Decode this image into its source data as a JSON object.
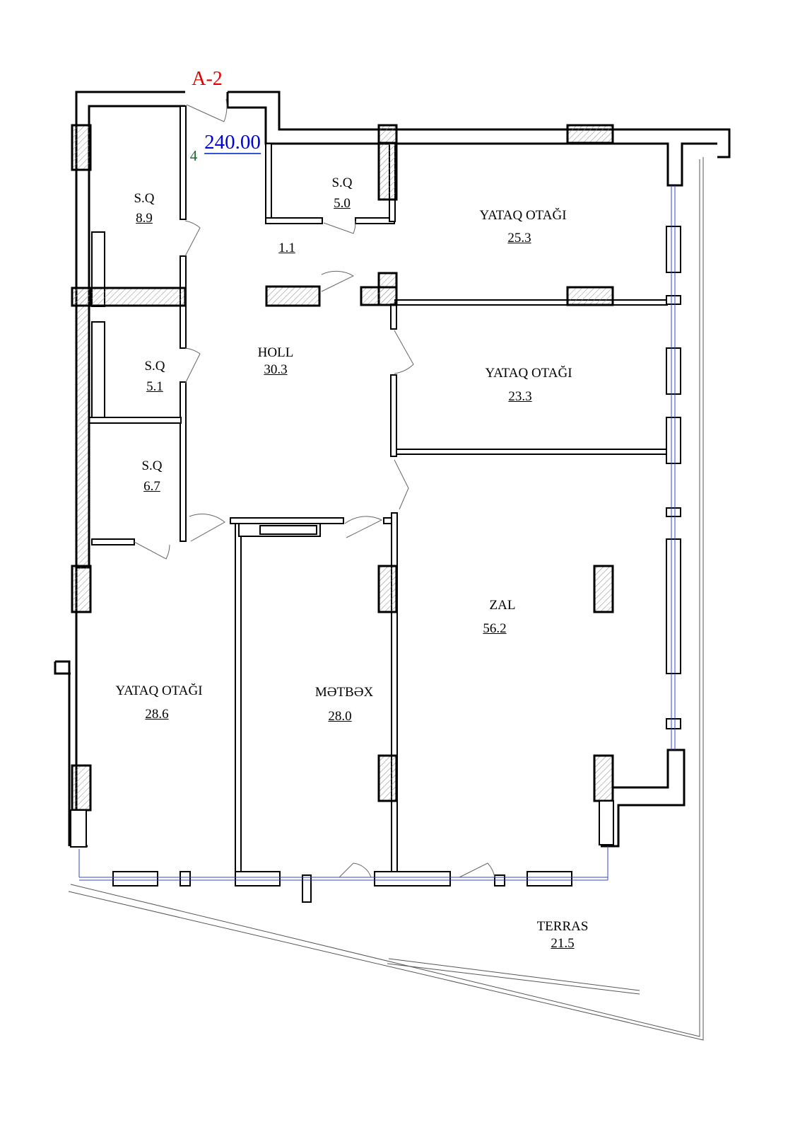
{
  "plan": {
    "apartment_code": "A-2",
    "total_area": "240.00",
    "floor_number": "4",
    "colors": {
      "apartment_code": "#e00000",
      "total_area": "#0000e0",
      "floor_number": "#1a6a2a",
      "window": "#3344cc"
    }
  },
  "rooms": [
    {
      "name": "S.Q",
      "area": "8.9"
    },
    {
      "name": "S.Q",
      "area": "5.0"
    },
    {
      "name": "YATAQ OTAĞI",
      "area": "25.3"
    },
    {
      "name": "",
      "area": "1.1"
    },
    {
      "name": "HOLL",
      "area": "30.3"
    },
    {
      "name": "S.Q",
      "area": "5.1"
    },
    {
      "name": "YATAQ OTAĞI",
      "area": "23.3"
    },
    {
      "name": "S.Q",
      "area": "6.7"
    },
    {
      "name": "ZAL",
      "area": "56.2"
    },
    {
      "name": "YATAQ OTAĞI",
      "area": "28.6"
    },
    {
      "name": "MƏTBƏX",
      "area": "28.0"
    },
    {
      "name": "TERRAS",
      "area": "21.5"
    }
  ]
}
